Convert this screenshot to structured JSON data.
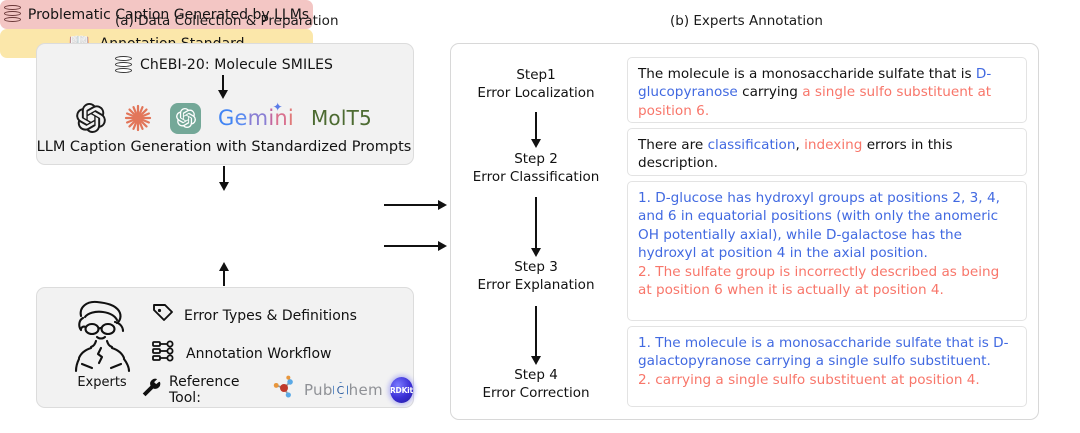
{
  "figure": {
    "panel_a_caption": "(a) Data Collection & Preparation",
    "panel_b_caption": "(b) Experts  Annotation"
  },
  "colors": {
    "pink_box": "#f3c6c4",
    "yellow_box": "#fbe7aa",
    "grey_panel": "#f2f2f2",
    "blue_text": "#4169e1",
    "red_text": "#f8766a",
    "gemini_blue": "#4285f4",
    "molt5_green": "#4d6b32",
    "gpt_box_green": "#74a898",
    "claude_orange": "#e2765a"
  },
  "left": {
    "source_label": "ChEBI-20: Molecule SMILES",
    "source_icon": "database-icon",
    "models": [
      {
        "name": "OpenAI",
        "icon": "openai-logo"
      },
      {
        "name": "Claude",
        "icon": "claude-logo"
      },
      {
        "name": "ChatGPT",
        "icon": "chatgpt-box-logo"
      },
      {
        "name": "Gemini",
        "icon": "gemini-wordmark"
      },
      {
        "name": "MolT5",
        "icon": "molt5-wordmark"
      }
    ],
    "gemini_letters": [
      "G",
      "e",
      "m",
      "i",
      "n",
      "i"
    ],
    "molt5_label": "MolT5",
    "llm_line": "LLM Caption Generation with Standardized Prompts",
    "pink_box_label": "Problematic Caption Generated by LLMs",
    "pink_box_icon": "database-icon",
    "yellow_box_label": "Annotation Standard",
    "yellow_box_icon": "open-book-icon",
    "experts_caption": "Experts",
    "expert_rows": [
      {
        "icon": "tag-icon",
        "label": "Error Types & Definitions"
      },
      {
        "icon": "workflow-icon",
        "label": "Annotation Workflow"
      },
      {
        "icon": "wrench-icon",
        "label": "Reference Tool:"
      }
    ],
    "tools": [
      {
        "name": "molecule-icon",
        "label": ""
      },
      {
        "name": "pubchem-logo",
        "label_prefix": "Pub",
        "label_letter": "C",
        "label_suffix": "hem"
      },
      {
        "name": "rdkit-logo",
        "label": "RDKit"
      }
    ]
  },
  "right": {
    "steps": [
      {
        "title": "Step1",
        "subtitle": "Error Localization"
      },
      {
        "title": "Step 2",
        "subtitle": "Error Classification"
      },
      {
        "title": "Step 3",
        "subtitle": "Error Explanation"
      },
      {
        "title": "Step 4",
        "subtitle": "Error Correction"
      }
    ],
    "boxes": [
      {
        "id": "localization",
        "segments": [
          {
            "text": "The molecule is a monosaccharide sulfate that is ",
            "color": "black"
          },
          {
            "text": "D-glucopyranose ",
            "color": "blue"
          },
          {
            "text": "carrying ",
            "color": "black"
          },
          {
            "text": "a single sulfo substituent at position 6.",
            "color": "red"
          }
        ]
      },
      {
        "id": "classification",
        "segments": [
          {
            "text": "There are ",
            "color": "black"
          },
          {
            "text": "classification",
            "color": "blue"
          },
          {
            "text": ", ",
            "color": "black"
          },
          {
            "text": "indexing",
            "color": "red"
          },
          {
            "text": " errors in this description.",
            "color": "black"
          }
        ]
      },
      {
        "id": "explanation",
        "segments": [
          {
            "text": "1. D-glucose has hydroxyl groups at positions 2, 3, 4, and 6 in equatorial positions (with only the anomeric OH potentially axial), while D-galactose has the hydroxyl at position 4 in the axial position.",
            "color": "blue"
          },
          {
            "text": "2. The sulfate  group is incorrectly described as being at position 6 when it is actually at position 4.",
            "color": "red"
          }
        ]
      },
      {
        "id": "correction",
        "segments": [
          {
            "text": "1. The molecule is a monosaccharide sulfate that is D-galactopyranose carrying a single sulfo substituent.",
            "color": "blue"
          },
          {
            "text": "2. carrying a single sulfo substituent at position 4.",
            "color": "red"
          }
        ]
      }
    ]
  }
}
